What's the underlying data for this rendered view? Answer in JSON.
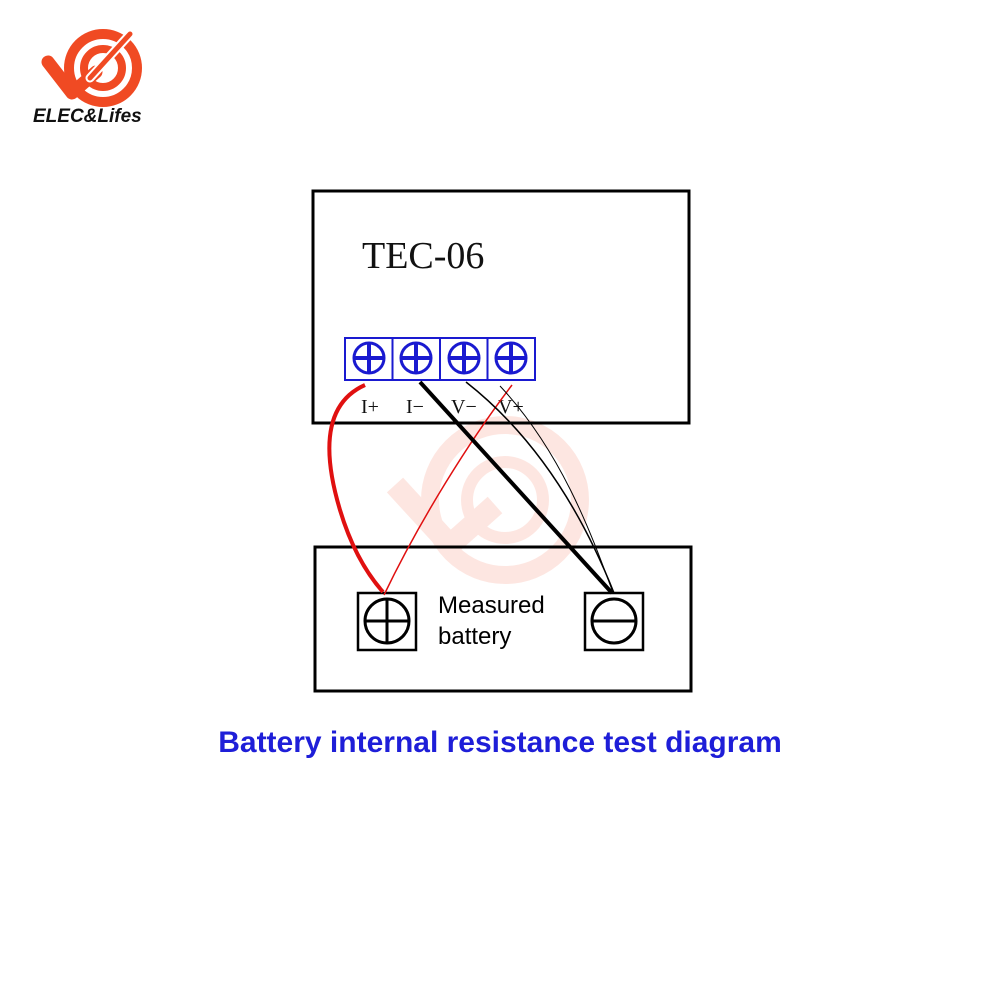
{
  "logo": {
    "brand_text": "ELEC&Lifes"
  },
  "device": {
    "model": "TEC-06",
    "terminals": [
      {
        "label": "I+"
      },
      {
        "label": "I−"
      },
      {
        "label": "V−"
      },
      {
        "label": "V+"
      }
    ]
  },
  "battery": {
    "label_line1": "Measured",
    "label_line2": "battery",
    "positive_symbol": "+",
    "negative_symbol": "−"
  },
  "wires": [
    {
      "from": "I+",
      "to": "battery_positive",
      "color": "#e01010"
    },
    {
      "from": "V+",
      "to": "battery_positive",
      "color": "#e01010"
    },
    {
      "from": "I−",
      "to": "battery_negative",
      "color": "#000000"
    },
    {
      "from": "V−",
      "to": "battery_negative",
      "color": "#000000"
    }
  ],
  "caption": "Battery internal resistance test diagram",
  "colors": {
    "caption": "#1e1ed8",
    "terminal": "#1a1ad0",
    "wire_positive": "#e01010",
    "wire_negative": "#000000",
    "logo": "#f04a23"
  }
}
